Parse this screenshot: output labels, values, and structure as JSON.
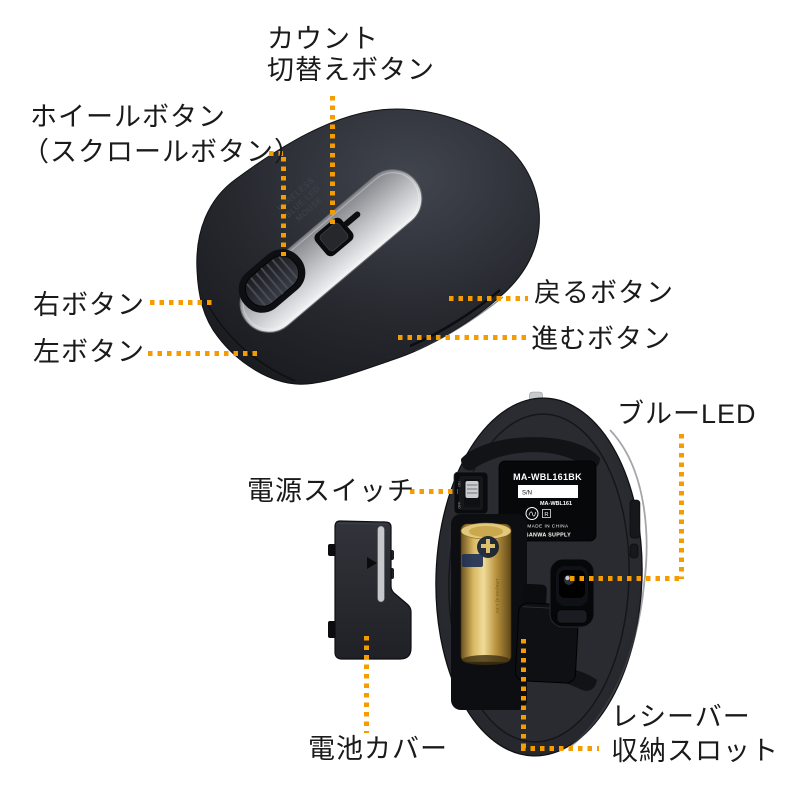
{
  "page": {
    "background": "#ffffff",
    "accent_color": "#F59C00",
    "text_color": "#1a1a1a"
  },
  "top_view": {
    "labels": {
      "count_switch_line1": "カウント",
      "count_switch_line2": "切替えボタン",
      "wheel_line1": "ホイールボタン",
      "wheel_line2": "（スクロールボタン）",
      "right_button": "右ボタン",
      "left_button": "左ボタン",
      "back_button": "戻るボタン",
      "forward_button": "進むボタン"
    },
    "strip_text": [
      "WIRELESS",
      "BLUE LED",
      "MOUSE"
    ]
  },
  "bottom_view": {
    "labels": {
      "blue_led": "ブルーLED",
      "power_switch": "電源スイッチ",
      "battery_cover": "電池カバー",
      "receiver_line1": "レシーバー",
      "receiver_line2": "収納スロット"
    },
    "plate": {
      "model": "MA-WBL161BK",
      "serial_label": "S/N",
      "model_short": "MA-WBL161",
      "r_mark": "R",
      "origin": "MADE IN CHINA",
      "brand": "SANWA SUPPLY"
    },
    "power_switch": {
      "on": "ON",
      "off": "OFF"
    },
    "battery_text": "LR6(AM-3) 1.5V"
  }
}
